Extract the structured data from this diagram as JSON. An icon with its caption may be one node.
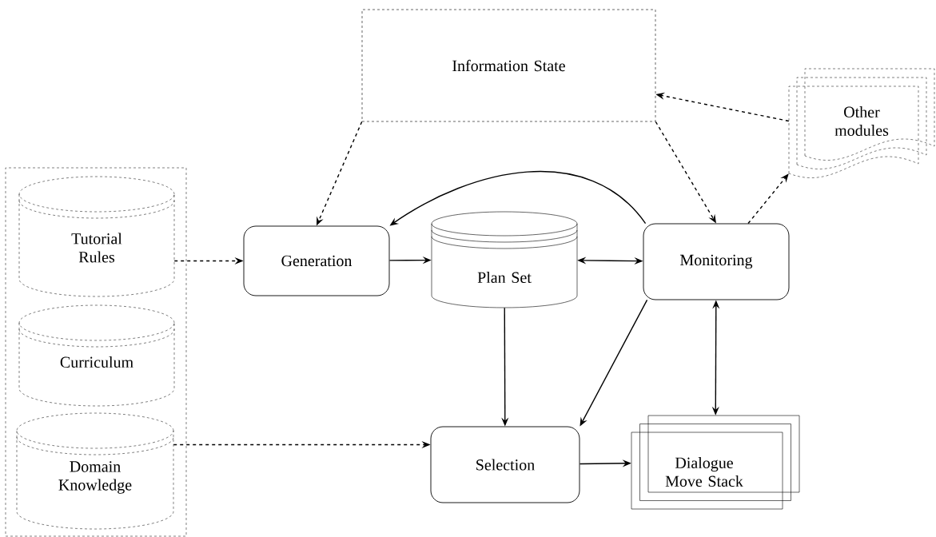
{
  "diagram": {
    "nodes": [
      {
        "text": [
          "Information State"
        ]
      },
      {
        "text": [
          "Other modules"
        ]
      },
      {
        "text": [],
        "shape": "box"
      },
      {
        "text": [
          "Tutorial Rules"
        ],
        "in": 2
      },
      {
        "text": [
          "Curriculum"
        ],
        "in": 2
      },
      {
        "text": [
          "Domain Knowledge"
        ],
        "in": 2
      },
      {
        "text": [
          "Generation"
        ]
      },
      {
        "text": [
          "Plan Set"
        ]
      },
      {
        "text": [
          "Monitoring"
        ]
      },
      {
        "text": [
          "Selection"
        ]
      },
      {
        "text": [
          "Dialogue Move Stack"
        ]
      }
    ],
    "edges": [
      {
        "from": 0,
        "to": 6,
        "arrow": "to",
        "style": "dashed"
      },
      {
        "from": 0,
        "to": 8,
        "arrow": "to",
        "style": "dashed"
      },
      {
        "from": 1,
        "to": 0,
        "arrow": "to",
        "style": "dashed"
      },
      {
        "from": 8,
        "to": 1,
        "arrow": "to",
        "style": "dashed"
      },
      {
        "from": 3,
        "to": 6,
        "arrow": "to",
        "style": "dashed"
      },
      {
        "from": 5,
        "to": 9,
        "arrow": "to",
        "style": "dashed"
      },
      {
        "from": 6,
        "to": 7,
        "arrow": "to"
      },
      {
        "from": 7,
        "to": 8,
        "arrow": "both"
      },
      {
        "from": 8,
        "to": 6,
        "arrow": "to"
      },
      {
        "from": 7,
        "to": 9,
        "arrow": "to"
      },
      {
        "from": 8,
        "to": 9,
        "arrow": "to"
      },
      {
        "from": 8,
        "to": 10,
        "arrow": "both"
      },
      {
        "from": 9,
        "to": 10,
        "arrow": "to"
      }
    ]
  }
}
